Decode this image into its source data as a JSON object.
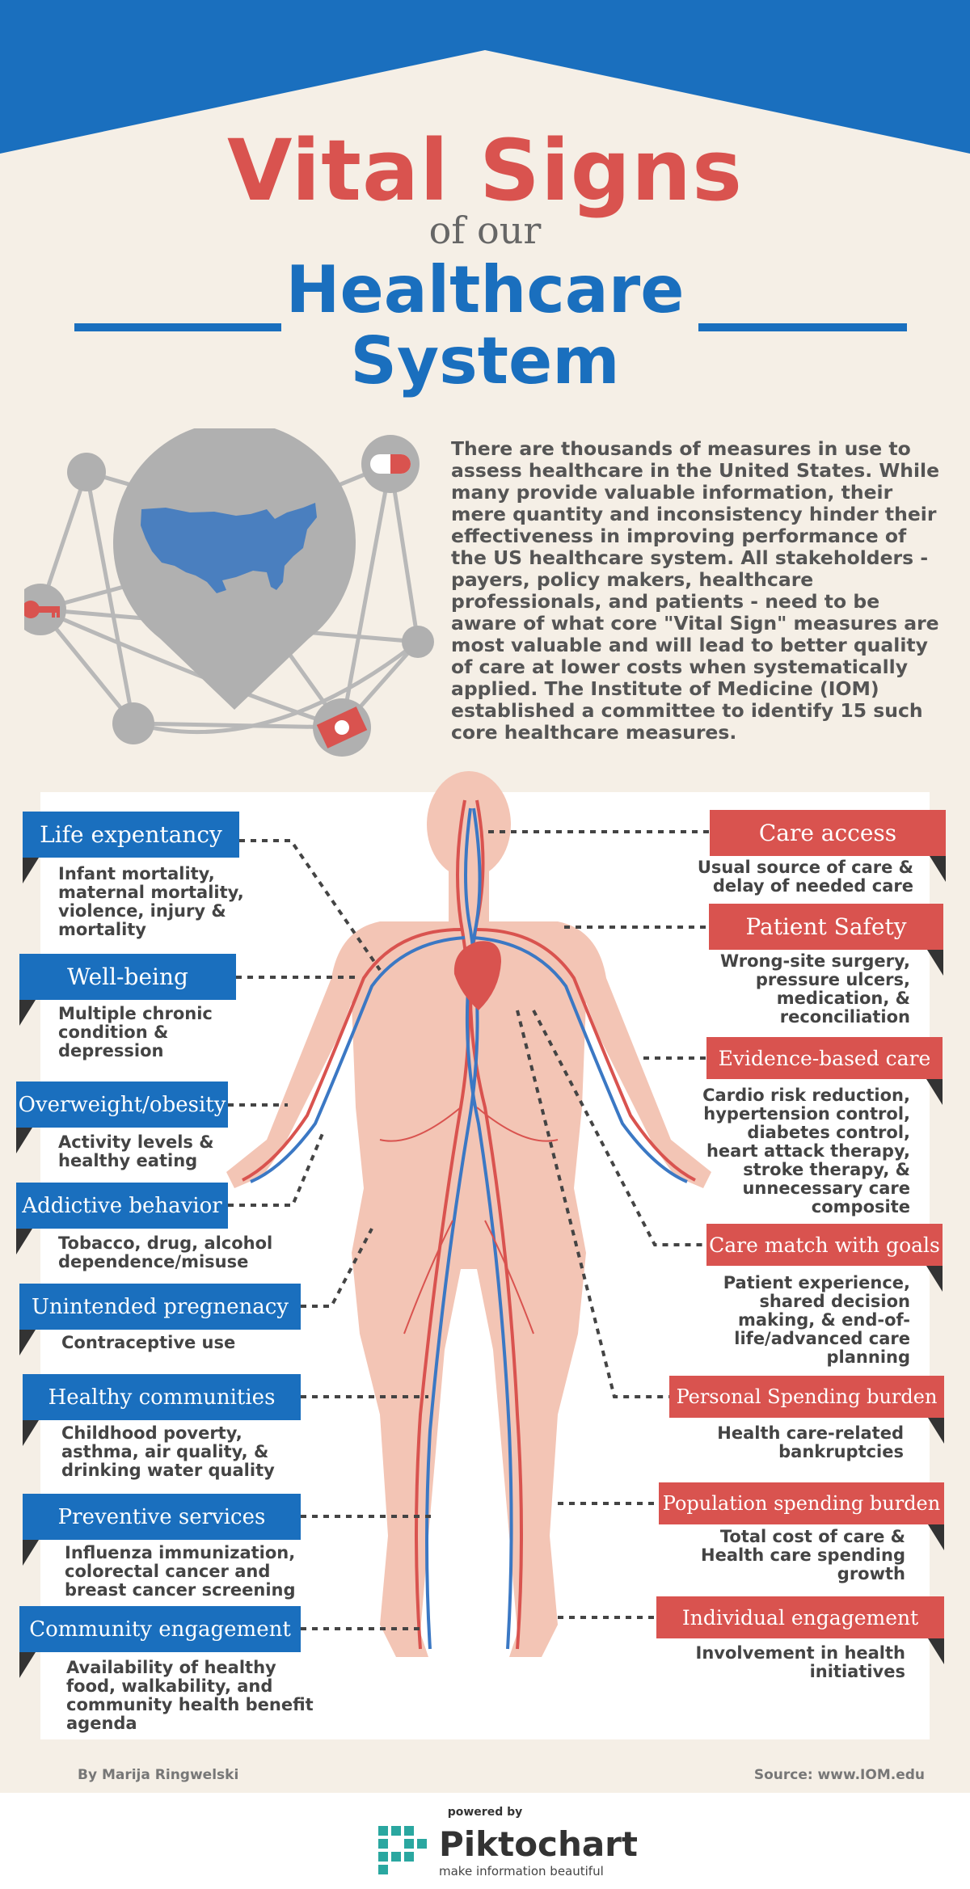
{
  "title": {
    "line1": "Vital Signs",
    "line2": "of our",
    "line3": "Healthcare",
    "line4": "System"
  },
  "intro": "There are thousands of measures in use to assess healthcare in the United States. While many provide valuable information, their mere quantity and inconsistency hinder their effectiveness in improving performance of the US healthcare system. All stakeholders - payers, policy makers, healthcare professionals, and patients - need to be aware of what core \"Vital Sign\" measures are most valuable and will lead to better quality of care at lower costs when systematically applied. The Institute of Medicine (IOM) established a committee to identify 15 such core healthcare measures.",
  "icons": [
    "map-pin-icon",
    "pill-icon",
    "key-icon",
    "money-icon"
  ],
  "measures_left": [
    {
      "label": "Life expentancy",
      "desc": "Infant mortality, maternal mortality, violence, injury & mortality"
    },
    {
      "label": "Well-being",
      "desc": "Multiple chronic condition & depression"
    },
    {
      "label": "Overweight/obesity",
      "desc": "Activity levels & healthy eating"
    },
    {
      "label": "Addictive behavior",
      "desc": "Tobacco, drug, alcohol dependence/misuse"
    },
    {
      "label": "Unintended pregnenacy",
      "desc": "Contraceptive use"
    },
    {
      "label": "Healthy communities",
      "desc": "Childhood poverty, asthma, air quality, & drinking water quality"
    },
    {
      "label": "Preventive services",
      "desc": "Influenza immunization, colorectal cancer and breast cancer screening"
    },
    {
      "label": "Community engagement",
      "desc": "Availability of healthy food, walkability, and community health benefit agenda"
    }
  ],
  "measures_right": [
    {
      "label": "Care access",
      "desc": "Usual source of care & delay of needed care"
    },
    {
      "label": "Patient Safety",
      "desc": "Wrong-site surgery, pressure ulcers, medication, & reconciliation"
    },
    {
      "label": "Evidence-based care",
      "desc": "Cardio risk reduction, hypertension control, diabetes control, heart attack therapy, stroke therapy, & unnecessary care composite"
    },
    {
      "label": "Care match with goals",
      "desc": "Patient experience, shared decision making, & end-of-life/advanced care planning"
    },
    {
      "label": "Personal Spending burden",
      "desc": "Health care-related bankruptcies"
    },
    {
      "label": "Population spending burden",
      "desc": "Total cost of care & Health care spending growth"
    },
    {
      "label": "Individual engagement",
      "desc": "Involvement in health initiatives"
    }
  ],
  "credits": {
    "author": "By Marija Ringwelski",
    "source": "Source: www.IOM.edu"
  },
  "footer": {
    "powered": "powered by",
    "brand": "Piktochart",
    "tagline": "make information beautiful"
  },
  "colors": {
    "blue": "#1a6fbe",
    "red": "#d9534f",
    "cream": "#f5efe6",
    "gray": "#b5b5b5",
    "skin": "#f3c5b5",
    "teal": "#2aa7a0"
  }
}
